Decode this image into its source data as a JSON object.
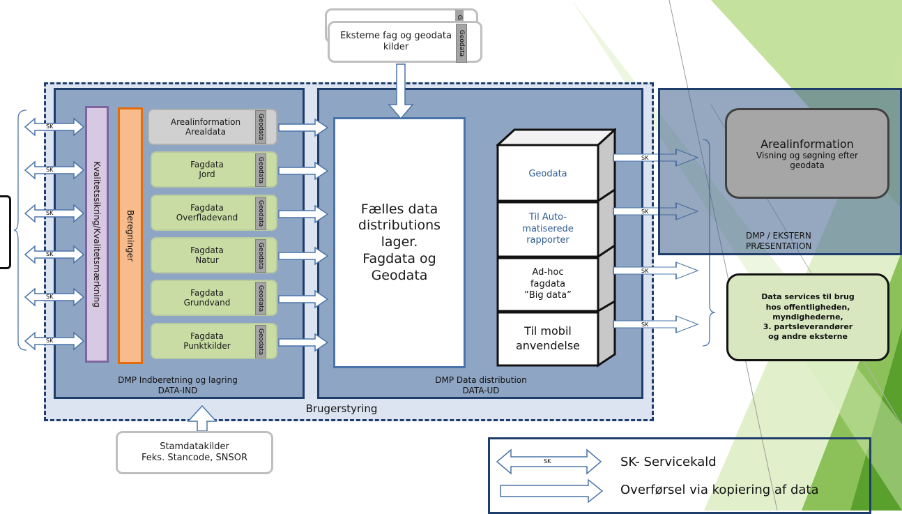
{
  "external": {
    "title": "Eksterne fag og geodata kilder",
    "tag": "Geodata",
    "back_tag": "G"
  },
  "left_section": {
    "caption_line1": "DMP Indberetning og lagring",
    "caption_line2": "DATA-IND",
    "quality_bar": "Kvalitetssikring/Kvalitetsmærkning",
    "calc_bar": "Beregninger",
    "boxes": [
      {
        "line1": "Arealinformation",
        "line2": "Arealdata",
        "tag": "Geodata"
      },
      {
        "line1": "Fagdata",
        "line2": "Jord",
        "tag": "Geodata"
      },
      {
        "line1": "Fagdata",
        "line2": "Overfladevand",
        "tag": "Geodata"
      },
      {
        "line1": "Fagdata",
        "line2": "Natur",
        "tag": "Geodata"
      },
      {
        "line1": "Fagdata",
        "line2": "Grundvand",
        "tag": "Geodata"
      },
      {
        "line1": "Fagdata",
        "line2": "Punktkilder",
        "tag": "Geodata"
      }
    ],
    "sk_labels": [
      "SK",
      "SK",
      "SK",
      "SK",
      "SK",
      "SK"
    ]
  },
  "middle_section": {
    "caption_line1": "DMP Data distribution",
    "caption_line2": "DATA-UD",
    "store": {
      "line1": "Fælles data",
      "line2": "distributions",
      "line3": "lager.",
      "line4": "Fagdata og",
      "line5": "Geodata"
    },
    "cubes": [
      {
        "line1": "Geodata",
        "line2": "",
        "line3": ""
      },
      {
        "line1": "Til Auto-",
        "line2": "matiserede",
        "line3": "rapporter"
      },
      {
        "line1": "Ad-hoc",
        "line2": "fagdata",
        "line3": "”Big data”"
      },
      {
        "line1": "Til mobil",
        "line2": "anvendelse",
        "line3": ""
      }
    ],
    "sk_labels": [
      "SK",
      "SK",
      "SK",
      "SK"
    ]
  },
  "footer_bar": "Brugerstyring",
  "stamdata": {
    "line1": "Stamdatakilder",
    "line2": "Feks. Stancode, SNSOR"
  },
  "right_section": {
    "panel_label_line1": "DMP / EKSTERN",
    "panel_label_line2": "PRÆSENTATION",
    "arealinfo_title": "Arealinformation",
    "arealinfo_line1": "Visning og søgning efter",
    "arealinfo_line2": "geodata",
    "services": {
      "line1": "Data services til brug",
      "line2": "hos offentligheden,",
      "line3": "myndighederne,",
      "line4": "3. partsleverandører",
      "line5": "og andre eksterne"
    }
  },
  "legend": {
    "sk_label": "SK",
    "sk_text": "SK- Servicekald",
    "copy_text": "Overførsel via kopiering af data"
  },
  "colors": {
    "outer_dashed": "#1f3d6b",
    "panel_fill": "#8ea5c3",
    "panel_border": "#1f3d6b",
    "green_box": "#c9dca4",
    "grey_box": "#d0d0d0",
    "quality_bar": "#d8c9e3",
    "calc_bar": "#f8bc8c",
    "accent_green": "#70ad47",
    "arrow_stroke": "#4a74a9"
  }
}
